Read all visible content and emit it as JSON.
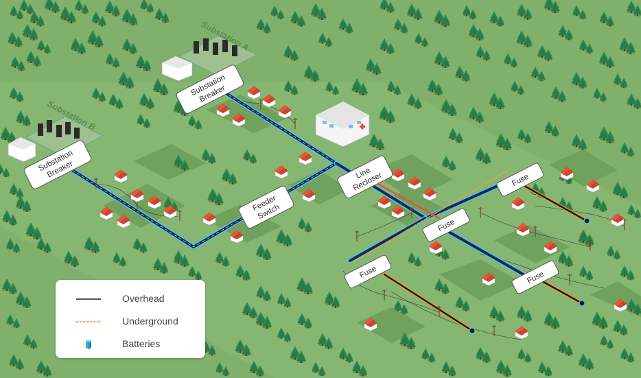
{
  "labels": {
    "substation_a": "Substation A",
    "substation_b": "Substation B",
    "breaker_a": [
      "Substation",
      "Breaker"
    ],
    "breaker_b": [
      "Substation",
      "Breaker"
    ],
    "feeder_switch": [
      "Feeder",
      "Switch"
    ],
    "line_recloser": [
      "Line",
      "Recloser"
    ],
    "fuse": "Fuse"
  },
  "legend": {
    "overhead": "Overhead",
    "underground": "Underground",
    "batteries": "Batteries"
  },
  "colors": {
    "ground": "#7fb06c",
    "ground_light": "#8dbd79",
    "lot": "#6ea25d",
    "tree": "#2f8a4f",
    "tree_dark": "#1d6b3a",
    "main_line": "#1a2a4a",
    "line_glow": "#4fc3f0",
    "underground": "#f0a030",
    "lateral": "#222222",
    "house_roof": "#e2563a",
    "battery": "#29b6e8"
  }
}
